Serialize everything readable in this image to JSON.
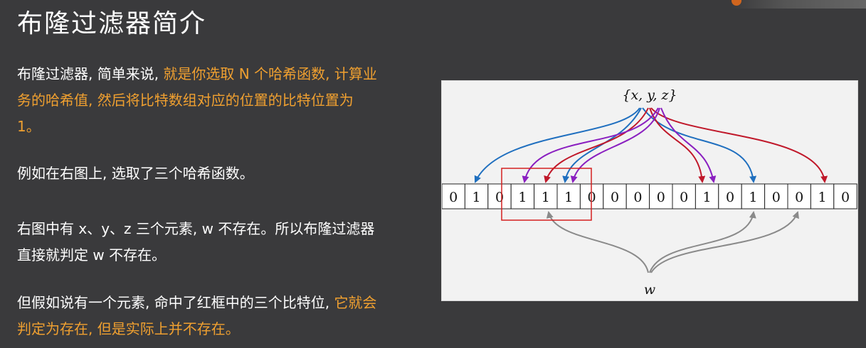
{
  "title": "布隆过滤器简介",
  "paragraphs": {
    "p1": {
      "a": "布隆过滤器, 简单来说, ",
      "b": "就是你选取 N 个哈希函数, 计算业务的哈希值, 然后将比特数组对应的位置的比特位置为 1。"
    },
    "p2": "例如在右图上, 选取了三个哈希函数。",
    "p3": "右图中有 x、y、z 三个元素, w 不存在。所以布隆过滤器直接就判定 w 不存在。",
    "p4": {
      "a": "但假如说有一个元素, 命中了红框中的三个比特位, ",
      "b": "它就会判定为存在, 但是实际上并不存在。"
    }
  },
  "diagram": {
    "set_label": "{x, y, z}",
    "w_label": "w",
    "bits": [
      "0",
      "1",
      "0",
      "1",
      "1",
      "1",
      "0",
      "0",
      "0",
      "0",
      "0",
      "1",
      "0",
      "1",
      "0",
      "0",
      "1",
      "0"
    ],
    "colors": {
      "x": "#1f6fbf",
      "y": "#c0182a",
      "z": "#8a1fc0",
      "w": "#8a8a8a",
      "highlight_box": "#d42020"
    }
  }
}
